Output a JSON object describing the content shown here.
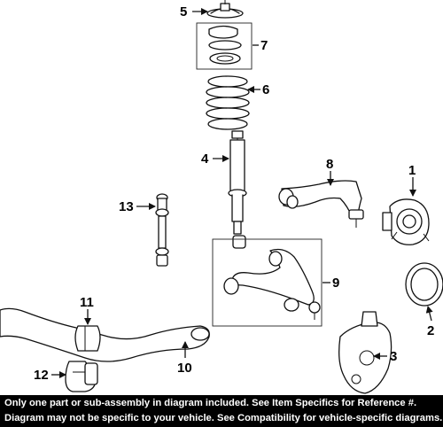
{
  "callouts": [
    {
      "id": "5",
      "label": "5"
    },
    {
      "id": "7",
      "label": "7"
    },
    {
      "id": "6",
      "label": "6"
    },
    {
      "id": "4",
      "label": "4"
    },
    {
      "id": "8",
      "label": "8"
    },
    {
      "id": "1",
      "label": "1"
    },
    {
      "id": "13",
      "label": "13"
    },
    {
      "id": "9",
      "label": "9"
    },
    {
      "id": "2",
      "label": "2"
    },
    {
      "id": "11",
      "label": "11"
    },
    {
      "id": "3",
      "label": "3"
    },
    {
      "id": "10",
      "label": "10"
    },
    {
      "id": "12",
      "label": "12"
    }
  ],
  "banner": {
    "line1": "Only one part or sub-assembly in diagram included. See Item Specifics for Reference #.",
    "line2": "Diagram may not be specific to your vehicle. See Compatibility for vehicle-specific diagrams."
  }
}
